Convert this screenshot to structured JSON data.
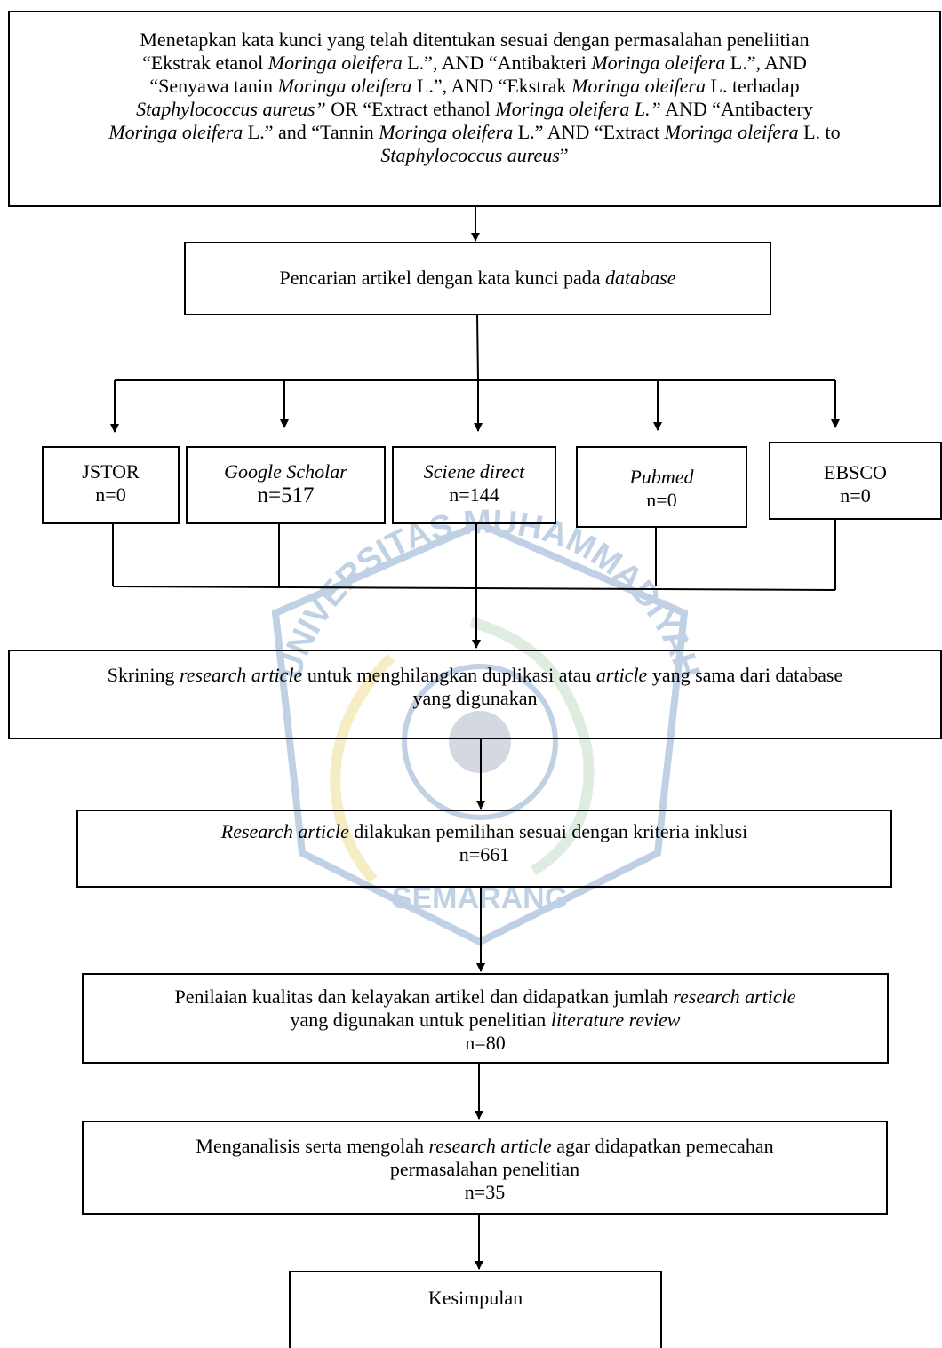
{
  "keywords_box": {
    "lines": [
      [
        {
          "t": "Menetapkan kata kunci yang telah ditentukan sesuai dengan permasalahan peneliitian",
          "i": false
        }
      ],
      [
        {
          "t": "“Ekstrak etanol ",
          "i": false
        },
        {
          "t": "Moringa oleifera",
          "i": true
        },
        {
          "t": " L.”, AND “Antibakteri ",
          "i": false
        },
        {
          "t": "Moringa oleifera",
          "i": true
        },
        {
          "t": " L.”, AND",
          "i": false
        }
      ],
      [
        {
          "t": "“Senyawa tanin ",
          "i": false
        },
        {
          "t": "Moringa oleifera",
          "i": true
        },
        {
          "t": " L.”, AND “Ekstrak ",
          "i": false
        },
        {
          "t": "Moringa oleifera",
          "i": true
        },
        {
          "t": " L. terhadap",
          "i": false
        }
      ],
      [
        {
          "t": "Staphylococcus aureus”",
          "i": true
        },
        {
          "t": " OR “Extract ethanol ",
          "i": false
        },
        {
          "t": "Moringa oleifera L.”",
          "i": true
        },
        {
          "t": " AND “Antibactery",
          "i": false
        }
      ],
      [
        {
          "t": "Moringa oleifera",
          "i": true
        },
        {
          "t": " L.” and “Tannin ",
          "i": false
        },
        {
          "t": "Moringa oleifera",
          "i": true
        },
        {
          "t": " L.” AND “Extract ",
          "i": false
        },
        {
          "t": "Moringa oleifera",
          "i": true
        },
        {
          "t": " L. to",
          "i": false
        }
      ],
      [
        {
          "t": "Staphylococcus aureus",
          "i": true
        },
        {
          "t": "”",
          "i": false
        }
      ]
    ]
  },
  "search_box": {
    "lines": [
      [
        {
          "t": "Pencarian artikel dengan kata kunci pada ",
          "i": false
        },
        {
          "t": "database",
          "i": true
        }
      ]
    ]
  },
  "databases": [
    {
      "key": "jstor",
      "name": "JSTOR",
      "name_italic": false,
      "count": "n=0"
    },
    {
      "key": "google-scholar",
      "name": "Google Scholar",
      "name_italic": true,
      "count": "n=517"
    },
    {
      "key": "sciene-direct",
      "name": "Sciene direct",
      "name_italic": true,
      "count": "n=144"
    },
    {
      "key": "pubmed",
      "name": "Pubmed",
      "name_italic": true,
      "count": "n=0"
    },
    {
      "key": "ebsco",
      "name": "EBSCO",
      "name_italic": false,
      "count": "n=0"
    }
  ],
  "screening_box": {
    "lines": [
      [
        {
          "t": "Skrining ",
          "i": false
        },
        {
          "t": "research article",
          "i": true
        },
        {
          "t": " untuk menghilangkan duplikasi atau ",
          "i": false
        },
        {
          "t": "article",
          "i": true
        },
        {
          "t": " yang sama dari database",
          "i": false
        }
      ],
      [
        {
          "t": "yang digunakan",
          "i": false
        }
      ]
    ]
  },
  "inclusion_box": {
    "lines": [
      [
        {
          "t": "Research article",
          "i": true
        },
        {
          "t": " dilakukan pemilihan sesuai dengan kriteria inklusi",
          "i": false
        }
      ]
    ],
    "count": "n=661"
  },
  "quality_box": {
    "lines": [
      [
        {
          "t": "Penilaian kualitas dan kelayakan artikel dan didapatkan jumlah ",
          "i": false
        },
        {
          "t": "research article",
          "i": true
        }
      ],
      [
        {
          "t": "yang digunakan untuk penelitian ",
          "i": false
        },
        {
          "t": "literature review",
          "i": true
        }
      ]
    ],
    "count": "n=80"
  },
  "analysis_box": {
    "lines": [
      [
        {
          "t": "Menganalisis serta mengolah ",
          "i": false
        },
        {
          "t": "research article",
          "i": true
        },
        {
          "t": " agar didapatkan pemecahan",
          "i": false
        }
      ],
      [
        {
          "t": "permasalahan penelitian",
          "i": false
        }
      ]
    ],
    "count": "n=35"
  },
  "conclusion_box": {
    "lines": [
      [
        {
          "t": "Kesimpulan",
          "i": false
        }
      ]
    ]
  },
  "watermark": {
    "text_top": "UNIVERSITAS MUHAMMADIYAH",
    "text_bottom": "SEMARANG",
    "color": "#3f6fb0",
    "accent": "#e7c94a"
  }
}
